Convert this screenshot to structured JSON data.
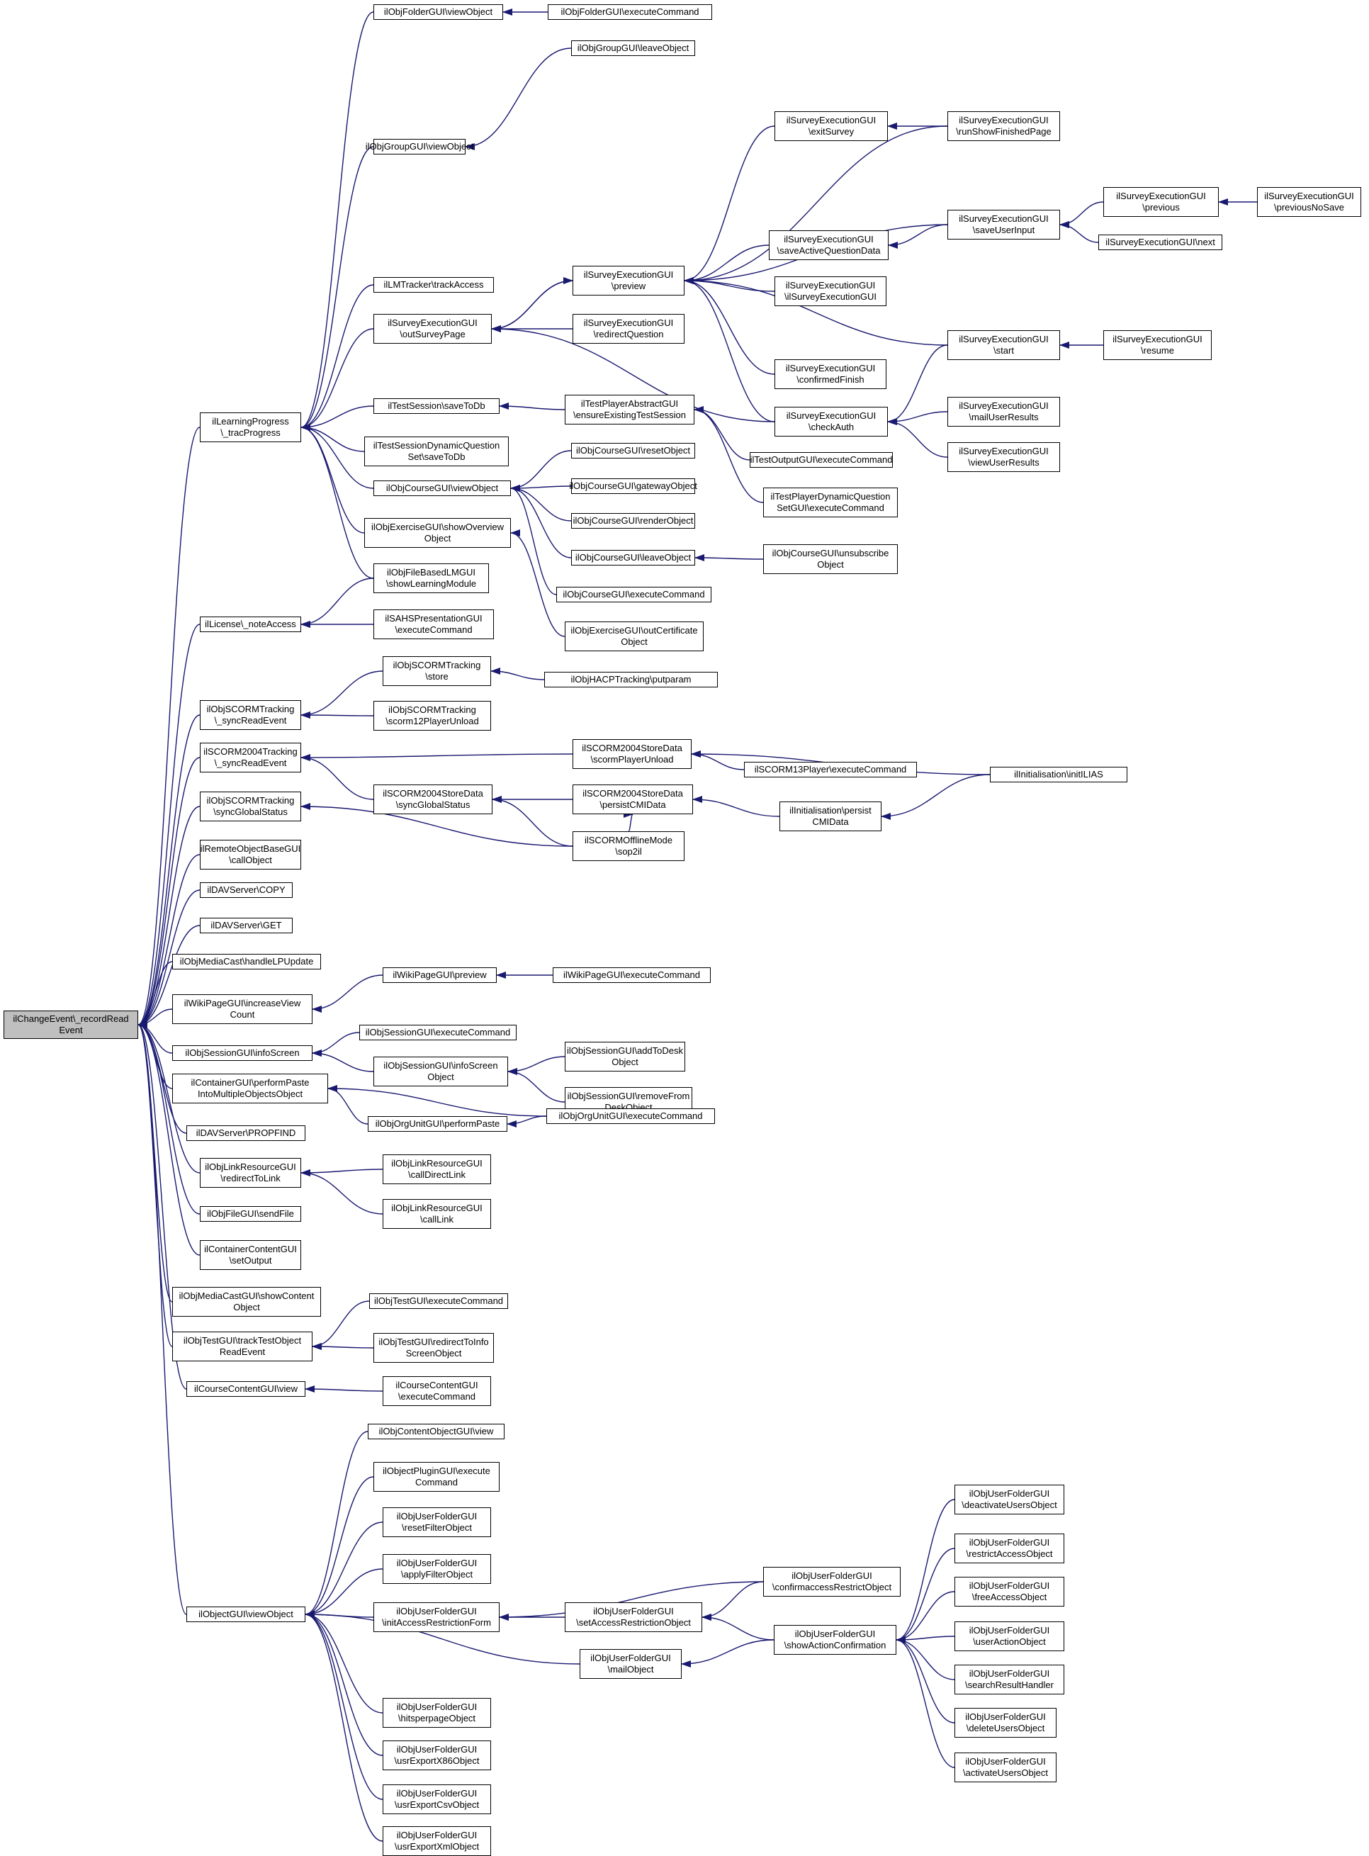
{
  "graph": {
    "root": "ilChangeEvent\\_recordRead\nEvent",
    "edge_color": "#191970",
    "root_fill": "#bfbfbf",
    "nodes": [
      "ilChangeEvent\\_recordRead\nEvent",
      "ilLearningProgress\n\\_tracProgress",
      "ilObjFolderGUI\\viewObject",
      "ilObjFolderGUI\\executeCommand",
      "ilObjGroupGUI\\leaveObject",
      "ilObjGroupGUI\\viewObject",
      "ilLMTracker\\trackAccess",
      "ilSurveyExecutionGUI\n\\outSurveyPage",
      "ilSurveyExecutionGUI\n\\preview",
      "ilSurveyExecutionGUI\n\\exitSurvey",
      "ilSurveyExecutionGUI\n\\runShowFinishedPage",
      "ilSurveyExecutionGUI\n\\saveActiveQuestionData",
      "ilSurveyExecutionGUI\n\\saveUserInput",
      "ilSurveyExecutionGUI\n\\previous",
      "ilSurveyExecutionGUI\n\\previousNoSave",
      "ilSurveyExecutionGUI\\next",
      "ilSurveyExecutionGUI\n\\ilSurveyExecutionGUI",
      "ilSurveyExecutionGUI\n\\redirectQuestion",
      "ilSurveyExecutionGUI\n\\start",
      "ilSurveyExecutionGUI\n\\resume",
      "ilSurveyExecutionGUI\n\\confirmedFinish",
      "ilSurveyExecutionGUI\n\\checkAuth",
      "ilSurveyExecutionGUI\n\\mailUserResults",
      "ilSurveyExecutionGUI\n\\viewUserResults",
      "ilTestSession\\saveToDb",
      "ilTestPlayerAbstractGUI\n\\ensureExistingTestSession",
      "ilTestOutputGUI\\executeCommand",
      "ilTestPlayerDynamicQuestion\nSetGUI\\executeCommand",
      "ilTestSessionDynamicQuestion\nSet\\saveToDb",
      "ilObjCourseGUI\\viewObject",
      "ilObjCourseGUI\\resetObject",
      "ilObjCourseGUI\\gatewayObject",
      "ilObjCourseGUI\\renderObject",
      "ilObjCourseGUI\\leaveObject",
      "ilObjCourseGUI\\unsubscribe\nObject",
      "ilObjCourseGUI\\executeCommand",
      "ilObjExerciseGUI\\showOverview\nObject",
      "ilObjExerciseGUI\\outCertificate\nObject",
      "ilObjFileBasedLMGUI\n\\showLearningModule",
      "ilLicense\\_noteAccess",
      "ilSAHSPresentationGUI\n\\executeCommand",
      "ilObjSCORMTracking\n\\_syncReadEvent",
      "ilObjSCORMTracking\n\\store",
      "ilObjHACPTracking\\putparam",
      "ilObjSCORMTracking\n\\scorm12PlayerUnload",
      "ilSCORM2004Tracking\n\\_syncReadEvent",
      "ilSCORM2004StoreData\n\\scormPlayerUnload",
      "ilSCORM13Player\\executeCommand",
      "ilInitialisation\\initILIAS",
      "ilSCORM2004StoreData\n\\syncGlobalStatus",
      "ilSCORM2004StoreData\n\\persistCMIData",
      "ilInitialisation\\persist\nCMIData",
      "ilSCORMOfflineMode\n\\sop2il",
      "ilObjSCORMTracking\n\\syncGlobalStatus",
      "ilRemoteObjectBaseGUI\n\\callObject",
      "ilDAVServer\\COPY",
      "ilDAVServer\\GET",
      "ilObjMediaCast\\handleLPUpdate",
      "ilWikiPageGUI\\increaseView\nCount",
      "ilWikiPageGUI\\preview",
      "ilWikiPageGUI\\executeCommand",
      "ilObjSessionGUI\\infoScreen",
      "ilObjSessionGUI\\executeCommand",
      "ilObjSessionGUI\\infoScreen\nObject",
      "ilObjSessionGUI\\addToDesk\nObject",
      "ilObjSessionGUI\\removeFrom\nDeskObject",
      "ilContainerGUI\\performPaste\nIntoMultipleObjectsObject",
      "ilObjOrgUnitGUI\\performPaste",
      "ilObjOrgUnitGUI\\executeCommand",
      "ilDAVServer\\PROPFIND",
      "ilObjLinkResourceGUI\n\\redirectToLink",
      "ilObjLinkResourceGUI\n\\callDirectLink",
      "ilObjLinkResourceGUI\n\\callLink",
      "ilObjFileGUI\\sendFile",
      "ilContainerContentGUI\n\\setOutput",
      "ilObjMediaCastGUI\\showContent\nObject",
      "ilObjTestGUI\\trackTestObject\nReadEvent",
      "ilObjTestGUI\\executeCommand",
      "ilObjTestGUI\\redirectToInfo\nScreenObject",
      "ilCourseContentGUI\\view",
      "ilCourseContentGUI\n\\executeCommand",
      "ilObjectGUI\\viewObject",
      "ilObjContentObjectGUI\\view",
      "ilObjectPluginGUI\\execute\nCommand",
      "ilObjUserFolderGUI\n\\resetFilterObject",
      "ilObjUserFolderGUI\n\\applyFilterObject",
      "ilObjUserFolderGUI\n\\initAccessRestrictionForm",
      "ilObjUserFolderGUI\n\\setAccessRestrictionObject",
      "ilObjUserFolderGUI\n\\confirmaccessRestrictObject",
      "ilObjUserFolderGUI\n\\showActionConfirmation",
      "ilObjUserFolderGUI\n\\mailObject",
      "ilObjUserFolderGUI\n\\deactivateUsersObject",
      "ilObjUserFolderGUI\n\\restrictAccessObject",
      "ilObjUserFolderGUI\n\\freeAccessObject",
      "ilObjUserFolderGUI\n\\userActionObject",
      "ilObjUserFolderGUI\n\\searchResultHandler",
      "ilObjUserFolderGUI\n\\deleteUsersObject",
      "ilObjUserFolderGUI\n\\activateUsersObject",
      "ilObjUserFolderGUI\n\\hitsperpageObject",
      "ilObjUserFolderGUI\n\\usrExportX86Object",
      "ilObjUserFolderGUI\n\\usrExportCsvObject",
      "ilObjUserFolderGUI\n\\usrExportXmlObject"
    ],
    "edges": [
      [
        1,
        0
      ],
      [
        2,
        1
      ],
      [
        3,
        2
      ],
      [
        4,
        5
      ],
      [
        5,
        1
      ],
      [
        6,
        1
      ],
      [
        7,
        1
      ],
      [
        8,
        7
      ],
      [
        7,
        8
      ],
      [
        9,
        8
      ],
      [
        10,
        9
      ],
      [
        10,
        8
      ],
      [
        11,
        8
      ],
      [
        12,
        11
      ],
      [
        12,
        8
      ],
      [
        13,
        12
      ],
      [
        14,
        13
      ],
      [
        15,
        12
      ],
      [
        16,
        8
      ],
      [
        17,
        7
      ],
      [
        18,
        8
      ],
      [
        19,
        18
      ],
      [
        20,
        8
      ],
      [
        21,
        8
      ],
      [
        21,
        7
      ],
      [
        18,
        21
      ],
      [
        22,
        21
      ],
      [
        23,
        21
      ],
      [
        24,
        1
      ],
      [
        25,
        24
      ],
      [
        26,
        25
      ],
      [
        27,
        25
      ],
      [
        28,
        1
      ],
      [
        29,
        1
      ],
      [
        30,
        29
      ],
      [
        31,
        29
      ],
      [
        32,
        29
      ],
      [
        33,
        29
      ],
      [
        34,
        33
      ],
      [
        35,
        29
      ],
      [
        36,
        1
      ],
      [
        37,
        36
      ],
      [
        38,
        1
      ],
      [
        39,
        0
      ],
      [
        38,
        39
      ],
      [
        40,
        39
      ],
      [
        41,
        0
      ],
      [
        42,
        41
      ],
      [
        43,
        42
      ],
      [
        44,
        41
      ],
      [
        45,
        0
      ],
      [
        46,
        45
      ],
      [
        47,
        46
      ],
      [
        48,
        46
      ],
      [
        49,
        45
      ],
      [
        50,
        49
      ],
      [
        51,
        50
      ],
      [
        48,
        51
      ],
      [
        52,
        50
      ],
      [
        52,
        49
      ],
      [
        53,
        0
      ],
      [
        52,
        53
      ],
      [
        54,
        0
      ],
      [
        55,
        0
      ],
      [
        56,
        0
      ],
      [
        57,
        0
      ],
      [
        58,
        0
      ],
      [
        59,
        58
      ],
      [
        60,
        59
      ],
      [
        61,
        0
      ],
      [
        62,
        61
      ],
      [
        63,
        61
      ],
      [
        64,
        63
      ],
      [
        65,
        63
      ],
      [
        66,
        0
      ],
      [
        67,
        66
      ],
      [
        68,
        67
      ],
      [
        68,
        66
      ],
      [
        69,
        0
      ],
      [
        70,
        0
      ],
      [
        71,
        70
      ],
      [
        72,
        70
      ],
      [
        73,
        0
      ],
      [
        74,
        0
      ],
      [
        75,
        0
      ],
      [
        76,
        0
      ],
      [
        77,
        76
      ],
      [
        78,
        76
      ],
      [
        79,
        0
      ],
      [
        80,
        79
      ],
      [
        81,
        0
      ],
      [
        82,
        81
      ],
      [
        83,
        81
      ],
      [
        84,
        81
      ],
      [
        85,
        81
      ],
      [
        86,
        81
      ],
      [
        87,
        86
      ],
      [
        88,
        87
      ],
      [
        88,
        86
      ],
      [
        89,
        87
      ],
      [
        90,
        81
      ],
      [
        89,
        90
      ],
      [
        91,
        89
      ],
      [
        92,
        89
      ],
      [
        93,
        89
      ],
      [
        94,
        89
      ],
      [
        95,
        89
      ],
      [
        96,
        89
      ],
      [
        97,
        89
      ],
      [
        98,
        81
      ],
      [
        99,
        81
      ],
      [
        100,
        81
      ],
      [
        101,
        81
      ]
    ]
  }
}
